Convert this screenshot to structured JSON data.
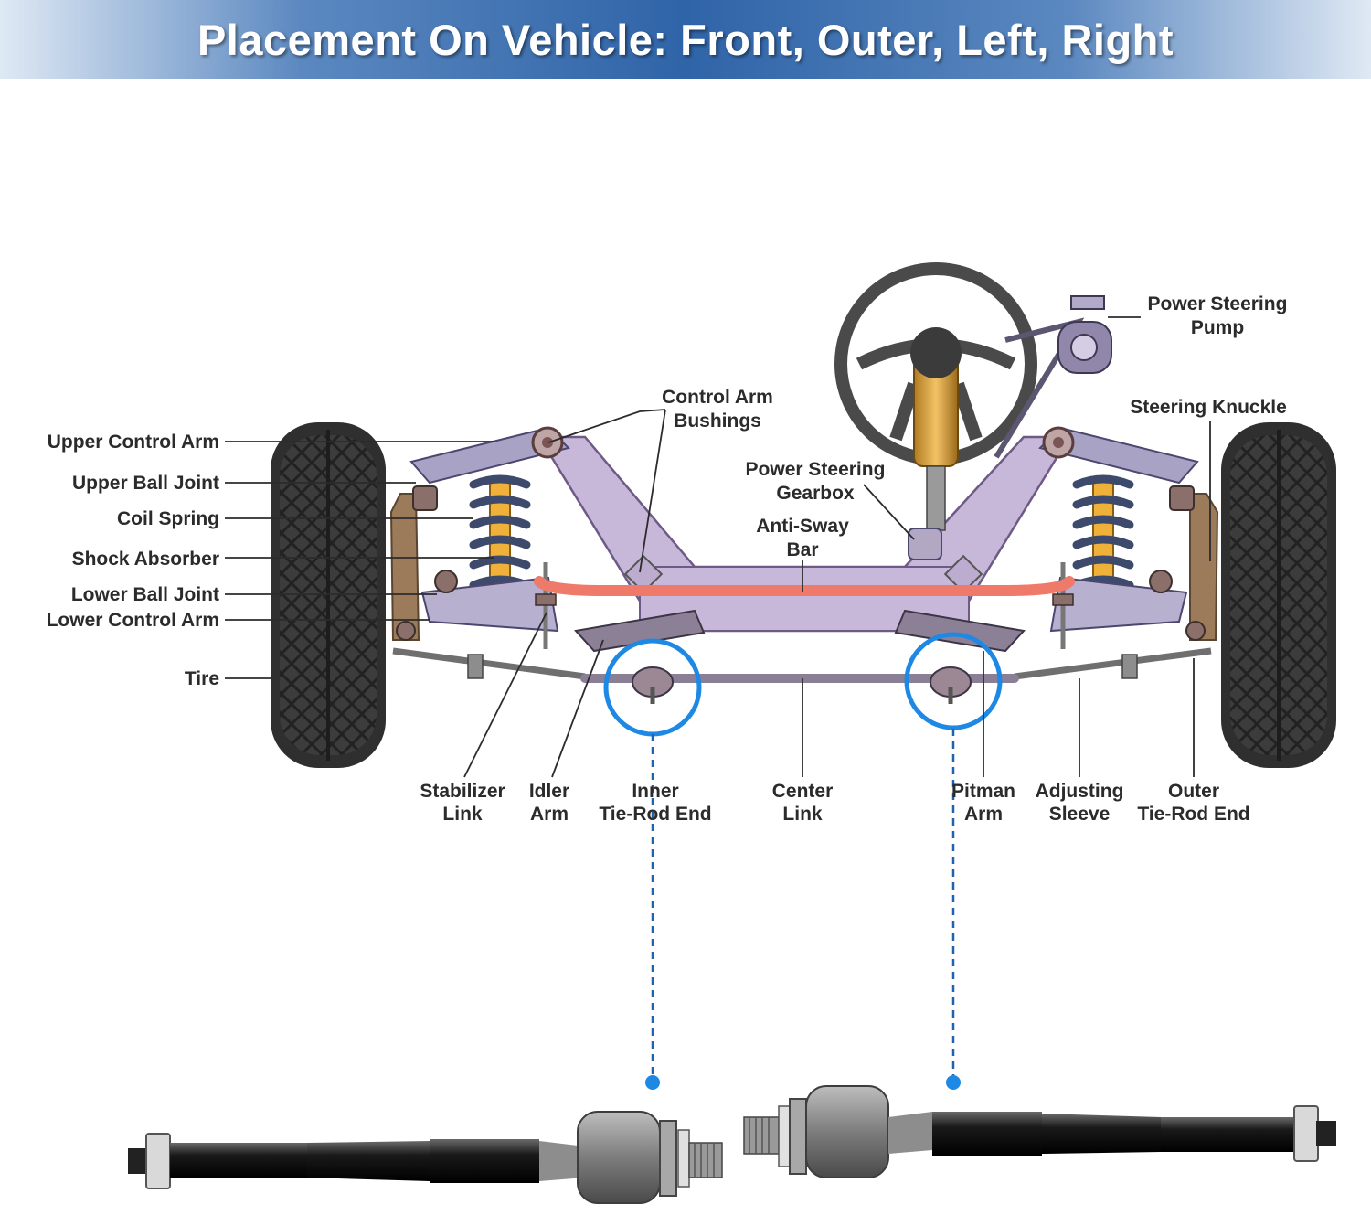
{
  "header": {
    "title": "Placement On Vehicle: Front, Outer, Left, Right"
  },
  "labels": {
    "upper_control_arm": "Upper Control Arm",
    "upper_ball_joint": "Upper Ball Joint",
    "coil_spring": "Coil Spring",
    "shock_absorber": "Shock Absorber",
    "lower_ball_joint": "Lower Ball Joint",
    "lower_control_arm": "Lower Control Arm",
    "tire": "Tire",
    "control_arm_bushings": [
      "Control Arm",
      "Bushings"
    ],
    "power_steering_gearbox": [
      "Power Steering",
      "Gearbox"
    ],
    "anti_sway_bar": [
      "Anti-Sway",
      "Bar"
    ],
    "power_steering_pump": [
      "Power Steering",
      "Pump"
    ],
    "steering_knuckle": "Steering Knuckle",
    "stabilizer_link": [
      "Stabilizer",
      "Link"
    ],
    "idler_arm": [
      "Idler",
      "Arm"
    ],
    "inner_tie_rod_end": [
      "Inner",
      "Tie-Rod End"
    ],
    "center_link": [
      "Center",
      "Link"
    ],
    "pitman_arm": [
      "Pitman",
      "Arm"
    ],
    "adjusting_sleeve": [
      "Adjusting",
      "Sleeve"
    ],
    "outer_tie_rod_end": [
      "Outer",
      "Tie-Rod End"
    ]
  },
  "colors": {
    "highlight": "#1e88e5",
    "frame": "#c7b7d8",
    "sway_bar": "#f07a6a",
    "spring": "#3e4a6b",
    "shock": "#f0b13a",
    "tire": "#3a3a3a"
  }
}
